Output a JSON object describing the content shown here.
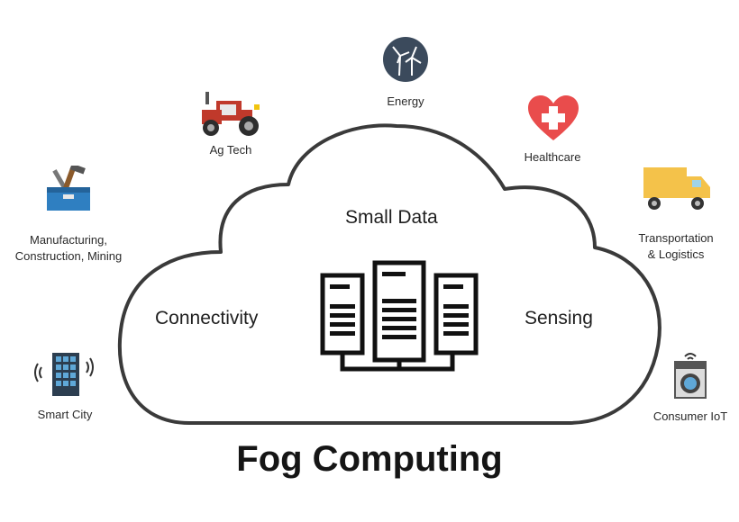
{
  "title": "Fog Computing",
  "cloud": {
    "top": "Small Data",
    "left": "Connectivity",
    "right": "Sensing"
  },
  "industries": [
    {
      "label": "Energy",
      "icon": "wind-turbine-icon"
    },
    {
      "label": "Ag Tech",
      "icon": "tractor-icon"
    },
    {
      "label": "Healthcare",
      "icon": "heart-medical-icon"
    },
    {
      "label_line1": "Manufacturing,",
      "label_line2": "Construction, Mining",
      "icon": "toolbox-icon"
    },
    {
      "label_line1": "Transportation",
      "label_line2": "& Logistics",
      "icon": "truck-icon"
    },
    {
      "label": "Smart City",
      "icon": "smart-building-icon"
    },
    {
      "label": "Consumer IoT",
      "icon": "washing-machine-icon"
    }
  ],
  "colors": {
    "cloud_outline": "#3a3a3a",
    "energy_circle": "#3b4a5c",
    "tractor_red": "#c0392b",
    "heart_red": "#e94c4c",
    "truck_yellow": "#f4c24a",
    "toolbox_blue": "#2f7fc1",
    "building_dark": "#2c3e50",
    "building_window": "#5fa8d8"
  }
}
